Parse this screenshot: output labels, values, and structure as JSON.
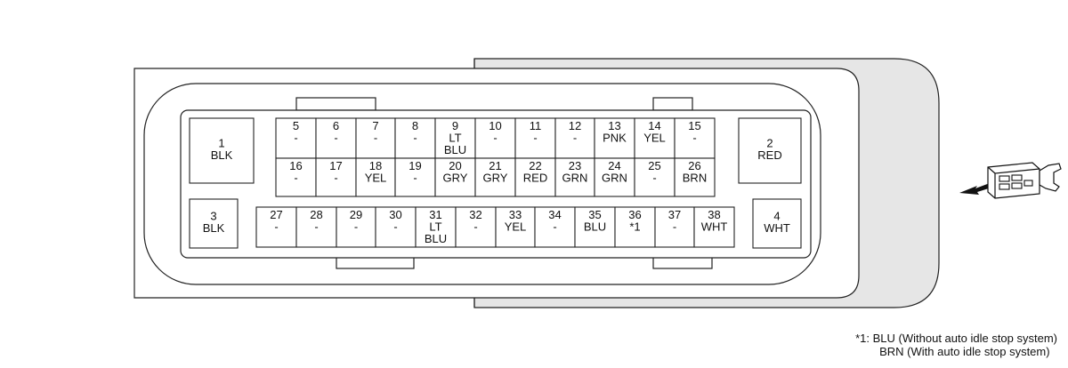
{
  "connector": {
    "pins": [
      {
        "num": "1",
        "lines": [
          "BLK"
        ]
      },
      {
        "num": "2",
        "lines": [
          "RED"
        ]
      },
      {
        "num": "3",
        "lines": [
          "BLK"
        ]
      },
      {
        "num": "4",
        "lines": [
          "WHT"
        ]
      },
      {
        "num": "5",
        "lines": [
          "-"
        ]
      },
      {
        "num": "6",
        "lines": [
          "-"
        ]
      },
      {
        "num": "7",
        "lines": [
          "-"
        ]
      },
      {
        "num": "8",
        "lines": [
          "-"
        ]
      },
      {
        "num": "9",
        "lines": [
          "LT",
          "BLU"
        ]
      },
      {
        "num": "10",
        "lines": [
          "-"
        ]
      },
      {
        "num": "11",
        "lines": [
          "-"
        ]
      },
      {
        "num": "12",
        "lines": [
          "-"
        ]
      },
      {
        "num": "13",
        "lines": [
          "PNK"
        ]
      },
      {
        "num": "14",
        "lines": [
          "YEL"
        ]
      },
      {
        "num": "15",
        "lines": [
          "-"
        ]
      },
      {
        "num": "16",
        "lines": [
          "-"
        ]
      },
      {
        "num": "17",
        "lines": [
          "-"
        ]
      },
      {
        "num": "18",
        "lines": [
          "YEL"
        ]
      },
      {
        "num": "19",
        "lines": [
          "-"
        ]
      },
      {
        "num": "20",
        "lines": [
          "GRY"
        ]
      },
      {
        "num": "21",
        "lines": [
          "GRY"
        ]
      },
      {
        "num": "22",
        "lines": [
          "RED"
        ]
      },
      {
        "num": "23",
        "lines": [
          "GRN"
        ]
      },
      {
        "num": "24",
        "lines": [
          "GRN"
        ]
      },
      {
        "num": "25",
        "lines": [
          "-"
        ]
      },
      {
        "num": "26",
        "lines": [
          "BRN"
        ]
      },
      {
        "num": "27",
        "lines": [
          "-"
        ]
      },
      {
        "num": "28",
        "lines": [
          "-"
        ]
      },
      {
        "num": "29",
        "lines": [
          "-"
        ]
      },
      {
        "num": "30",
        "lines": [
          "-"
        ]
      },
      {
        "num": "31",
        "lines": [
          "LT",
          "BLU"
        ]
      },
      {
        "num": "32",
        "lines": [
          "-"
        ]
      },
      {
        "num": "33",
        "lines": [
          "YEL"
        ]
      },
      {
        "num": "34",
        "lines": [
          "-"
        ]
      },
      {
        "num": "35",
        "lines": [
          "BLU"
        ]
      },
      {
        "num": "36",
        "lines": [
          "*1"
        ]
      },
      {
        "num": "37",
        "lines": [
          "-"
        ]
      },
      {
        "num": "38",
        "lines": [
          "WHT"
        ]
      }
    ]
  },
  "footnote": {
    "line1": "*1: BLU (Without auto idle stop system)",
    "line2": "BRN (With auto idle stop system)"
  },
  "colors": {
    "stroke": "#222222",
    "shade": "#e6e6e6",
    "background": "#ffffff"
  },
  "icons": {
    "arrow": "arrow-right-icon",
    "connector": "connector-thumbnail-icon"
  }
}
